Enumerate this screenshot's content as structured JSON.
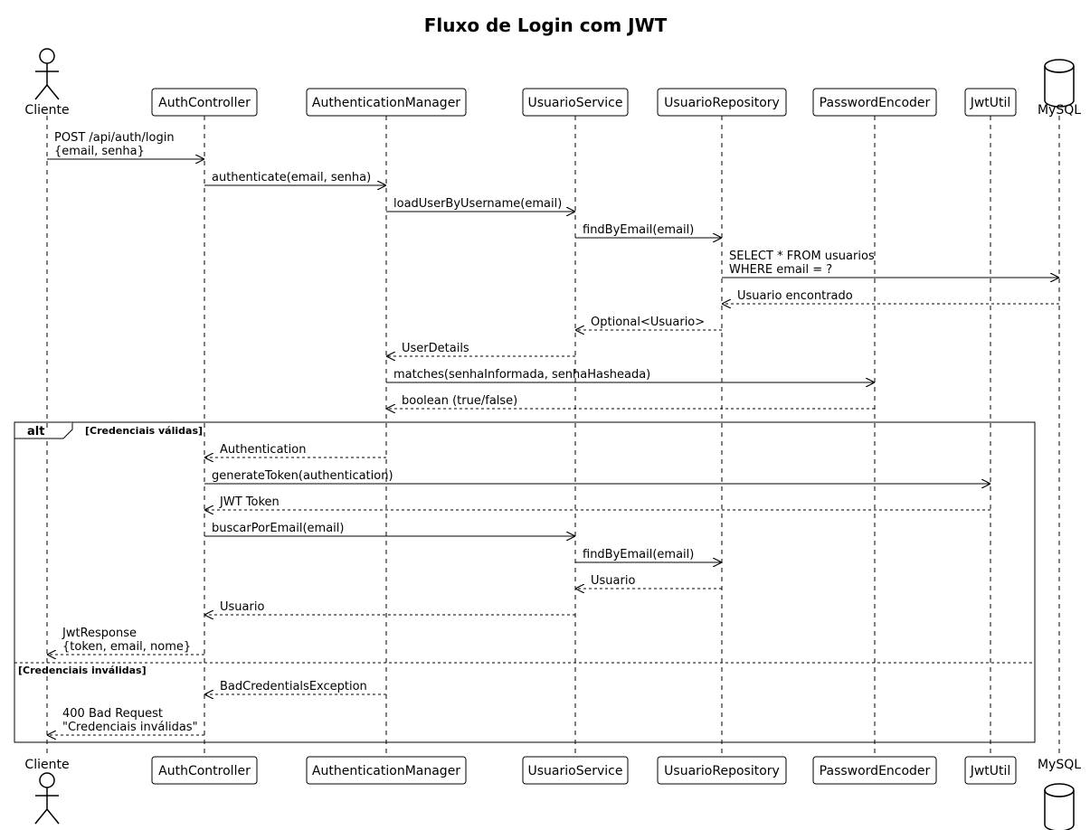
{
  "diagram": {
    "title": "Fluxo de Login com JWT",
    "participants": [
      {
        "id": "cliente",
        "label": "Cliente",
        "kind": "actor"
      },
      {
        "id": "auth",
        "label": "AuthController",
        "kind": "box"
      },
      {
        "id": "am",
        "label": "AuthenticationManager",
        "kind": "box"
      },
      {
        "id": "us",
        "label": "UsuarioService",
        "kind": "box"
      },
      {
        "id": "ur",
        "label": "UsuarioRepository",
        "kind": "box"
      },
      {
        "id": "pe",
        "label": "PasswordEncoder",
        "kind": "box"
      },
      {
        "id": "jwt",
        "label": "JwtUtil",
        "kind": "box"
      },
      {
        "id": "mysql",
        "label": "MySQL",
        "kind": "database"
      }
    ],
    "messages": [
      {
        "from": "cliente",
        "to": "auth",
        "lines": [
          "POST /api/auth/login",
          "{email, senha}"
        ],
        "style": "solid"
      },
      {
        "from": "auth",
        "to": "am",
        "lines": [
          "authenticate(email, senha)"
        ],
        "style": "solid"
      },
      {
        "from": "am",
        "to": "us",
        "lines": [
          "loadUserByUsername(email)"
        ],
        "style": "solid"
      },
      {
        "from": "us",
        "to": "ur",
        "lines": [
          "findByEmail(email)"
        ],
        "style": "solid"
      },
      {
        "from": "ur",
        "to": "mysql",
        "lines": [
          "SELECT * FROM usuarios",
          "WHERE email = ?"
        ],
        "style": "solid"
      },
      {
        "from": "mysql",
        "to": "ur",
        "lines": [
          "Usuario encontrado"
        ],
        "style": "dashed"
      },
      {
        "from": "ur",
        "to": "us",
        "lines": [
          "Optional<Usuario>"
        ],
        "style": "dashed"
      },
      {
        "from": "us",
        "to": "am",
        "lines": [
          "UserDetails"
        ],
        "style": "dashed"
      },
      {
        "from": "am",
        "to": "pe",
        "lines": [
          "matches(senhaInformada, senhaHasheada)"
        ],
        "style": "solid"
      },
      {
        "from": "pe",
        "to": "am",
        "lines": [
          "boolean (true/false)"
        ],
        "style": "dashed"
      },
      {
        "from": "am",
        "to": "auth",
        "lines": [
          "Authentication"
        ],
        "style": "dashed"
      },
      {
        "from": "auth",
        "to": "jwt",
        "lines": [
          "generateToken(authentication)"
        ],
        "style": "solid"
      },
      {
        "from": "jwt",
        "to": "auth",
        "lines": [
          "JWT Token"
        ],
        "style": "dashed"
      },
      {
        "from": "auth",
        "to": "us",
        "lines": [
          "buscarPorEmail(email)"
        ],
        "style": "solid"
      },
      {
        "from": "us",
        "to": "ur",
        "lines": [
          "findByEmail(email)"
        ],
        "style": "solid"
      },
      {
        "from": "ur",
        "to": "us",
        "lines": [
          "Usuario"
        ],
        "style": "dashed"
      },
      {
        "from": "us",
        "to": "auth",
        "lines": [
          "Usuario"
        ],
        "style": "dashed"
      },
      {
        "from": "auth",
        "to": "cliente",
        "lines": [
          "JwtResponse",
          "{token, email, nome}"
        ],
        "style": "dashed"
      },
      {
        "from": "am",
        "to": "auth",
        "lines": [
          "BadCredentialsException"
        ],
        "style": "dashed"
      },
      {
        "from": "auth",
        "to": "cliente",
        "lines": [
          "400 Bad Request",
          "\"Credenciais inválidas\""
        ],
        "style": "dashed"
      }
    ],
    "fragment": {
      "keyword": "alt",
      "guard_1": "[Credenciais válidas]",
      "guard_2": "[Credenciais inválidas]"
    }
  }
}
